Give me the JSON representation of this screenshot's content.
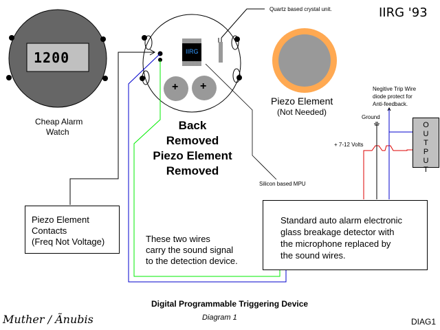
{
  "header": {
    "logo": "IIRG '93",
    "crystal_label": "Quartz based crystal unit.",
    "mpu_label": "Silicon based MPU"
  },
  "watch": {
    "display_time": "1200",
    "label_line1": "Cheap Alarm",
    "label_line2": "Watch"
  },
  "watch_back": {
    "chip_label": "IIRG",
    "battery_symbol": "+",
    "caption_lines": [
      "Back",
      "Removed",
      "Piezo Element",
      "Removed"
    ]
  },
  "piezo": {
    "label_line1": "Piezo Element",
    "label_line2": "(Not Needed)"
  },
  "piezo_contacts_box": {
    "lines": [
      "Piezo Element",
      "Contacts",
      "(Freq Not Voltage)"
    ]
  },
  "wires_note": {
    "lines": [
      "These two wires",
      "carry the sound signal",
      "to the detection device."
    ]
  },
  "detector_box": {
    "lines": [
      "Standard auto alarm electronic",
      "glass breakage detector with",
      "the microphone replaced by",
      "the sound wires."
    ]
  },
  "trip_wire_note": {
    "lines": [
      "Negitive Trip Wire",
      "diode protect for",
      "Anti-feedback."
    ]
  },
  "ground_label": "Ground",
  "voltage_label": "+ 7-12 Volts",
  "output_box": {
    "letters": [
      "O",
      "U",
      "T",
      "P",
      "U",
      "T"
    ]
  },
  "footer": {
    "title": "Digital Programmable Triggering Device",
    "subtitle": "Diagram 1",
    "authors": "Muther / Ãnubis",
    "code": "DIAG1"
  },
  "colors": {
    "watch_body": "#666666",
    "display_bg": "#c0c0c0",
    "piezo_ring": "#ffa952",
    "piezo_center": "#999999",
    "battery": "#999999",
    "chip": "#000000",
    "chip_text": "#3399ff",
    "wire_blue": "#0000cc",
    "wire_green": "#00ee00",
    "wire_red": "#dd0000",
    "wire_black": "#000000",
    "output_box": "#c0c0c0"
  }
}
